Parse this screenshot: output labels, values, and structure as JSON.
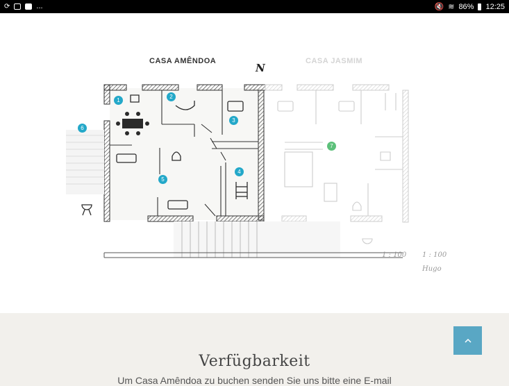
{
  "status_bar": {
    "left_icons": [
      "sync-icon",
      "mail-icon",
      "youtube-icon"
    ],
    "overflow": "...",
    "battery": "86%",
    "time": "12:25"
  },
  "plan": {
    "house_a_title": "CASA AMÊNDOA",
    "house_b_title": "CASA JASMIM",
    "north_label": "N",
    "markers": [
      "1",
      "2",
      "3",
      "4",
      "5",
      "6",
      "7"
    ],
    "scale_note_1": "1 : 100",
    "scale_note_2": "1 : 100",
    "signature": "Hugo"
  },
  "section": {
    "heading": "Verfügbarkeit",
    "text": "Um Casa Amêndoa zu buchen senden Sie uns bitte eine E-mail"
  },
  "colors": {
    "marker_blue": "#23a8c9",
    "marker_green": "#5cc07a",
    "scroll_button": "#59a7c4",
    "background": "#f2f0ec"
  }
}
